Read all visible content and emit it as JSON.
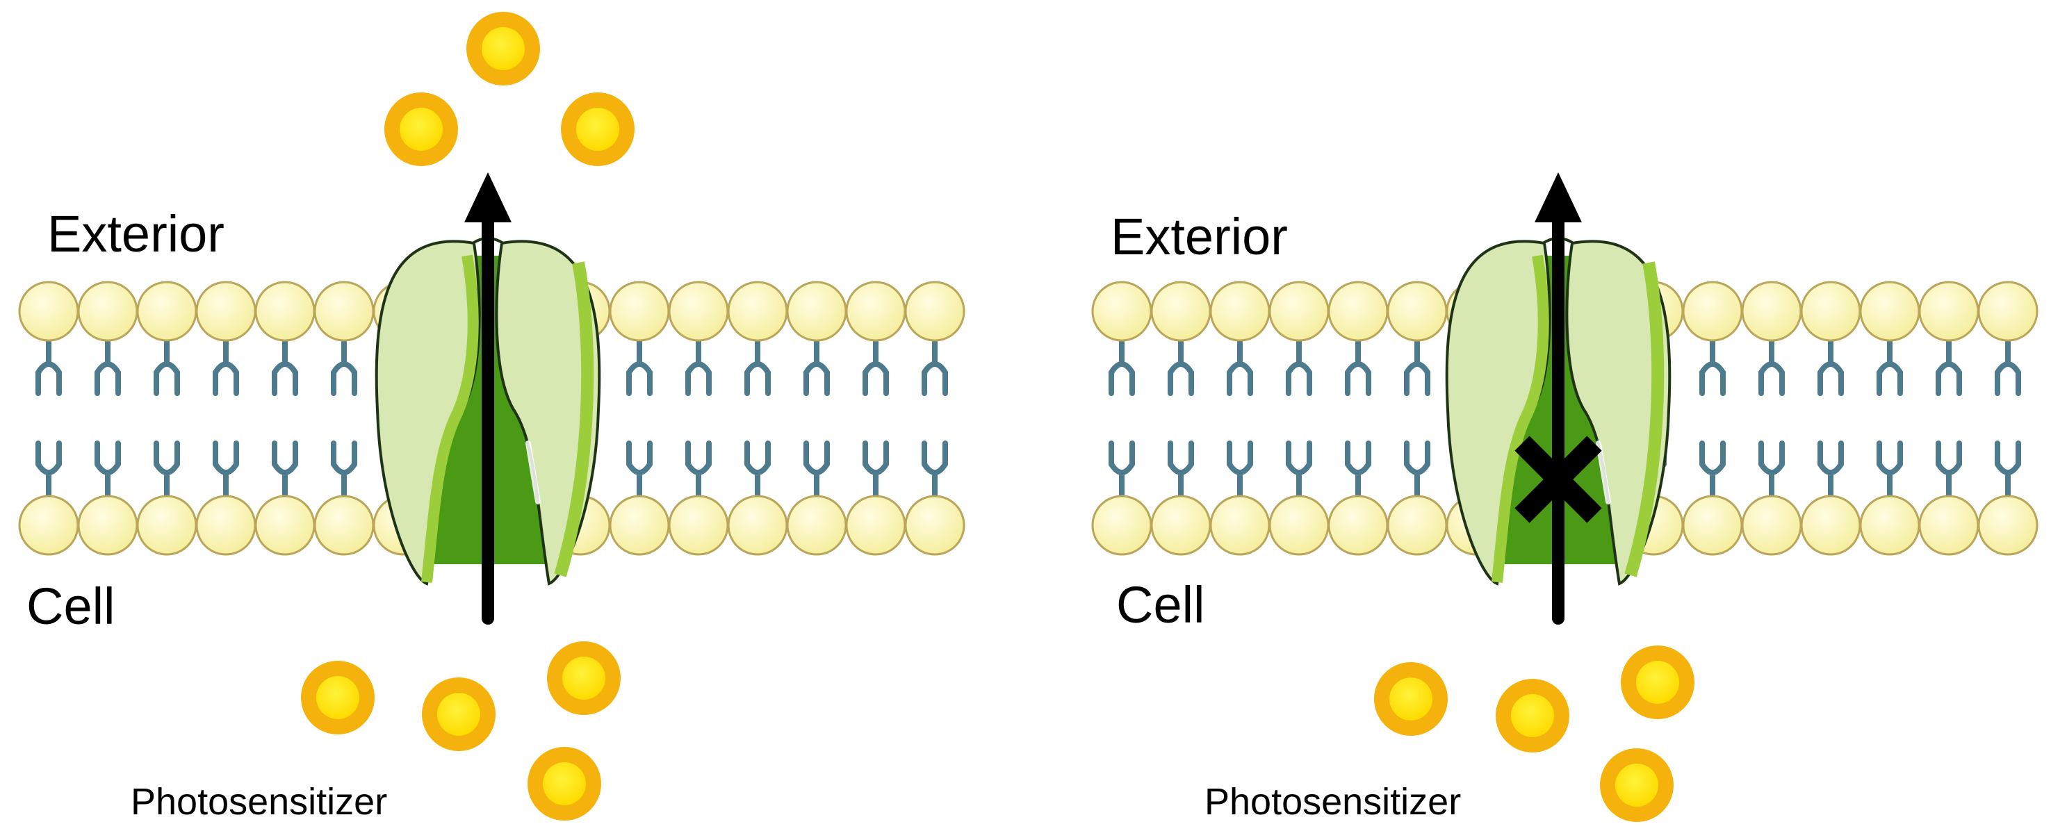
{
  "colors": {
    "head_fill": "#fbf6b2",
    "head_stroke": "#b9a65a",
    "tail_stroke": "#4d7a8c",
    "channel_light": "#d7e8b3",
    "channel_mid": "#9ccd3a",
    "channel_dark": "#4a9a15",
    "channel_outline": "#1f3316",
    "molecule_outer": "#f5b20c",
    "molecule_inner": "#ffe20c",
    "arrow": "#000000"
  },
  "icons": {
    "molecule": "photosensitizer-molecule-icon",
    "channel": "ion-channel-icon",
    "lipid": "phospholipid-icon",
    "block": "block-x-icon"
  },
  "panels": [
    {
      "id": "open",
      "exterior_label": "Exterior",
      "cell_label": "Cell",
      "molecule_label": "Photosensitizer",
      "transport_blocked": false
    },
    {
      "id": "blocked",
      "exterior_label": "Exterior",
      "cell_label": "Cell",
      "molecule_label": "Photosensitizer",
      "transport_blocked": true
    }
  ]
}
